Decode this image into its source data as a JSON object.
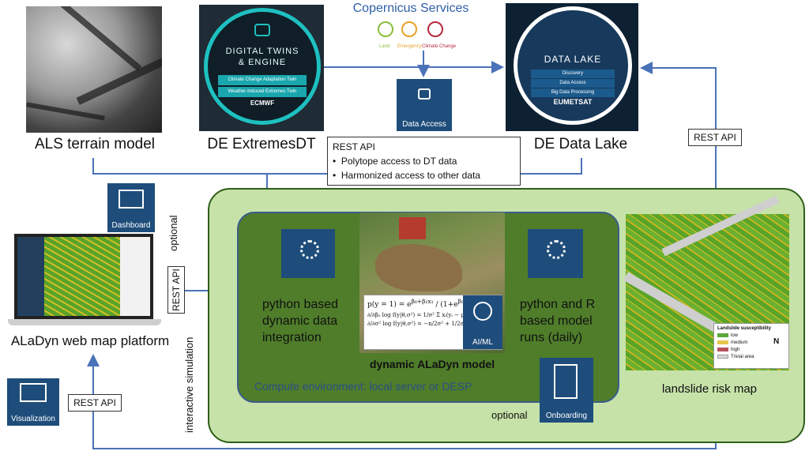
{
  "terrain": {
    "caption": "ALS terrain model"
  },
  "extremes_dt": {
    "caption": "DE ExtremesDT",
    "badge_title_1": "DIGITAL TWINS",
    "badge_title_2": "& ENGINE",
    "band_1": "Climate Change Adaptation Twin",
    "band_2": "Weather-Induced Extremes Twin",
    "brand": "ECMWF"
  },
  "copernicus": {
    "title": "Copernicus Services",
    "services": [
      "Land",
      "Emergency",
      "Climate Change"
    ]
  },
  "data_access": {
    "label": "Data Access"
  },
  "data_lake": {
    "caption": "DE Data Lake",
    "badge_title": "DATA LAKE",
    "bands": [
      "Discovery",
      "Data Access",
      "Big Data Processing"
    ],
    "brand": "EUMETSAT"
  },
  "rest_box": {
    "title": "REST API",
    "items": [
      "Polytope access to DT data",
      "Harmonized access to other data"
    ]
  },
  "rest_api_right": "REST API",
  "rest_api_mid": "REST API",
  "rest_api_bottom": "REST API",
  "dashboard": {
    "label": "Dashboard"
  },
  "visualization": {
    "label": "Visualization"
  },
  "onboarding": {
    "label": "Onboarding"
  },
  "platform": {
    "caption": "ALaDyn web map platform"
  },
  "vertical": {
    "optional": "optional",
    "interactive": "interactive simulation"
  },
  "integration": {
    "line1": "python based",
    "line2": "dynamic data",
    "line3": "integration"
  },
  "model_runs": {
    "line1": "python and R",
    "line2": "based model",
    "line3": "runs (daily)"
  },
  "model": {
    "caption": "dynamic ALaDyn model",
    "aiml": "AI/ML"
  },
  "compute_env": "Compute environment: local server or DESP",
  "optional_bottom": "optional",
  "risk_map": {
    "caption": "landslide risk map",
    "legend_title": "Landslide susceptibility",
    "legend_items": [
      {
        "label": "low",
        "color": "#5aa83a"
      },
      {
        "label": "medium",
        "color": "#e6c64a"
      },
      {
        "label": "high",
        "color": "#b8505a"
      },
      {
        "label": "Trivial area",
        "color": "#d9d9d9"
      }
    ],
    "north": "N"
  },
  "colors": {
    "arrow": "#4a72b8",
    "outer_green": "#c6e2a9",
    "inner_green": "#4f7d2a",
    "tile": "#1e4d7b"
  }
}
